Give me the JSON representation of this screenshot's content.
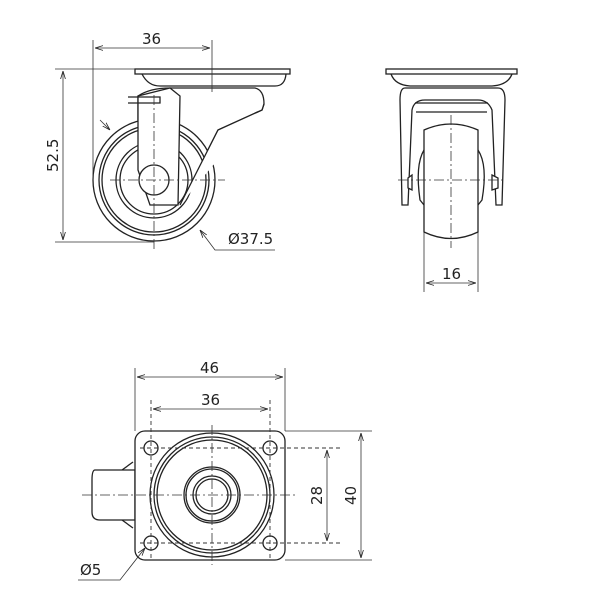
{
  "side_view": {
    "width_dim": "36",
    "height_dim": "52.5",
    "wheel_diameter": "Ø37.5"
  },
  "front_view": {
    "wheel_width_dim": "16"
  },
  "top_view": {
    "plate_width_dim": "46",
    "hole_spacing_x_dim": "36",
    "hole_spacing_y_dim": "28",
    "plate_height_dim": "40",
    "hole_diameter": "Ø5"
  }
}
